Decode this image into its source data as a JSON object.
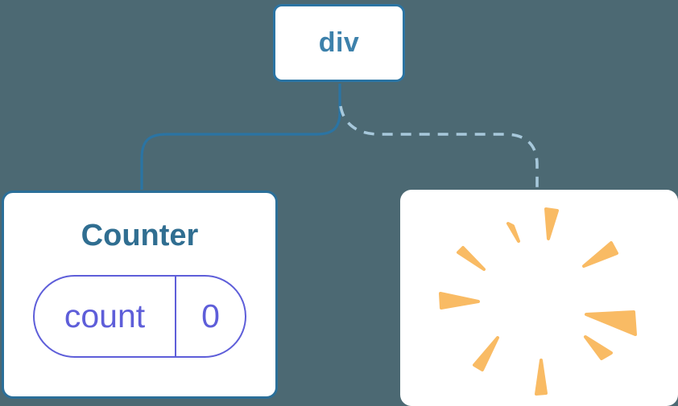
{
  "diagram": {
    "root_node": {
      "label": "div"
    },
    "counter_card": {
      "title": "Counter",
      "state_pill": {
        "key": "count",
        "value": "0"
      }
    },
    "removed_card": {
      "icon": "poof-burst-icon"
    },
    "edges": [
      {
        "from": "div",
        "to": "Counter",
        "style": "solid",
        "color": "#2b74a3"
      },
      {
        "from": "div",
        "to": "removed-card",
        "style": "dashed",
        "color": "#a7c8db"
      }
    ],
    "colors": {
      "background": "#4c6973",
      "card_background": "#ffffff",
      "node_border": "#2b74a3",
      "node_text": "#3d81ab",
      "title_text": "#306e91",
      "state_accent": "#5e5ed9",
      "burst_orange": "#f9bb64"
    }
  }
}
